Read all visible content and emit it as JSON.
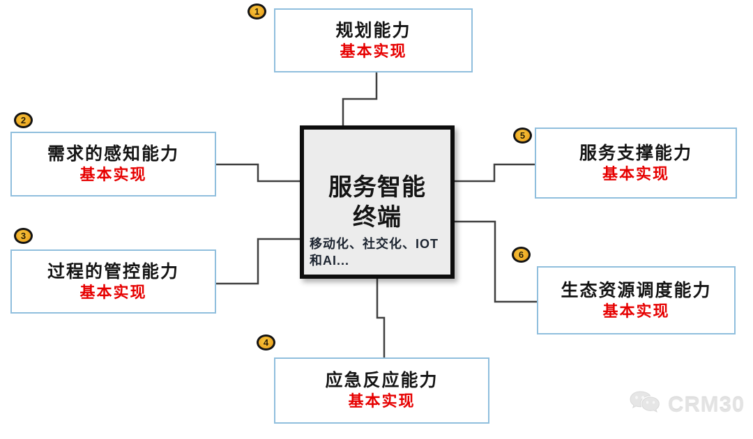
{
  "diagram": {
    "center": {
      "title": "服务智能终端",
      "subtitle": "移动化、社交化、IOT和AI..."
    },
    "nodes": [
      {
        "number": "1",
        "label": "规划能力",
        "status": "基本实现"
      },
      {
        "number": "2",
        "label": "需求的感知能力",
        "status": "基本实现"
      },
      {
        "number": "3",
        "label": "过程的管控能力",
        "status": "基本实现"
      },
      {
        "number": "4",
        "label": "应急反应能力",
        "status": "基本实现"
      },
      {
        "number": "5",
        "label": "服务支撑能力",
        "status": "基本实现"
      },
      {
        "number": "6",
        "label": "生态资源调度能力",
        "status": "基本实现"
      }
    ],
    "colors": {
      "status_red": "#e60000",
      "badge_gold": "#efac26",
      "box_border_blue": "#8fbedd",
      "center_fill": "#ececec",
      "center_border": "#0d0d0d",
      "connector_gray": "#3f3f3f"
    },
    "watermark": {
      "text": "CRM30",
      "icon": "wechat-icon"
    }
  }
}
